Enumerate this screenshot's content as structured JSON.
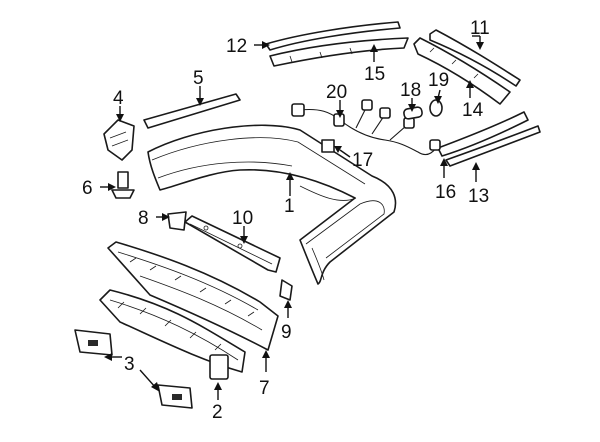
{
  "callouts": [
    {
      "id": "c1",
      "text": "1"
    },
    {
      "id": "c2",
      "text": "2"
    },
    {
      "id": "c3",
      "text": "3"
    },
    {
      "id": "c4",
      "text": "4"
    },
    {
      "id": "c5",
      "text": "5"
    },
    {
      "id": "c6",
      "text": "6"
    },
    {
      "id": "c7",
      "text": "7"
    },
    {
      "id": "c8",
      "text": "8"
    },
    {
      "id": "c9",
      "text": "9"
    },
    {
      "id": "c10",
      "text": "10"
    },
    {
      "id": "c11",
      "text": "11"
    },
    {
      "id": "c12",
      "text": "12"
    },
    {
      "id": "c13",
      "text": "13"
    },
    {
      "id": "c14",
      "text": "14"
    },
    {
      "id": "c15",
      "text": "15"
    },
    {
      "id": "c16",
      "text": "16"
    },
    {
      "id": "c17",
      "text": "17"
    },
    {
      "id": "c18",
      "text": "18"
    },
    {
      "id": "c19",
      "text": "19"
    },
    {
      "id": "c20",
      "text": "20"
    }
  ]
}
